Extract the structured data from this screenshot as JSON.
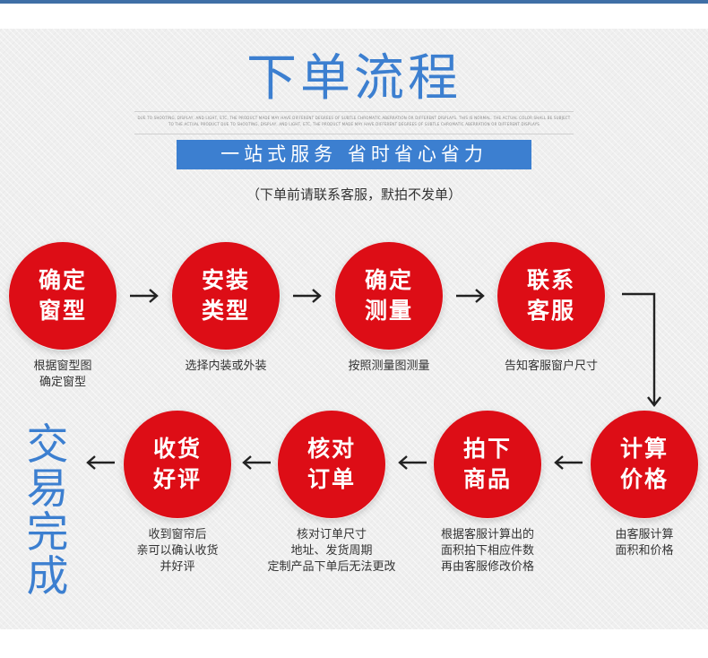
{
  "header": {
    "title": "下单流程",
    "fineprint": "DUE TO SHOOTING, DISPLAY, AND LIGHT, ETC, THE PRODUCT MADE MAY HAVE DIFFERENT DEGREES OF SUBTLE CHROMATIC ABERRATION OR DIFFERENT DISPLAYS. THIS IS NORMAL. THE ACTUAL COLOR SHALL BE SUBJECT TO THE ACTUAL PRODUCT DUE TO SHOOTING, DISPLAY, AND LIGHT, ETC, THE PRODUCT MADE MAY HAVE DIFFERENT DEGREES OF SUBTLE CHROMATIC ABERRATION OR DIFFERENT DISPLAYS",
    "banner": "一站式服务 省时省心省力",
    "note": "（下单前请联系客服，默拍不发单）"
  },
  "colors": {
    "accent": "#3c7fd0",
    "step": "#dd0d16",
    "text": "#333333"
  },
  "steps": [
    {
      "line1": "确定",
      "line2": "窗型",
      "desc": [
        "根据窗型图",
        "确定窗型"
      ]
    },
    {
      "line1": "安装",
      "line2": "类型",
      "desc": [
        "选择内装或外装"
      ]
    },
    {
      "line1": "确定",
      "line2": "测量",
      "desc": [
        "按照测量图测量"
      ]
    },
    {
      "line1": "联系",
      "line2": "客服",
      "desc": [
        "告知客服窗户尺寸"
      ]
    },
    {
      "line1": "计算",
      "line2": "价格",
      "desc": [
        "由客服计算",
        "面积和价格"
      ]
    },
    {
      "line1": "拍下",
      "line2": "商品",
      "desc": [
        "根据客服计算出的",
        "面积拍下相应件数",
        "再由客服修改价格"
      ]
    },
    {
      "line1": "核对",
      "line2": "订单",
      "desc": [
        "核对订单尺寸",
        "地址、发货周期",
        "定制产品下单后无法更改"
      ]
    },
    {
      "line1": "收货",
      "line2": "好评",
      "desc": [
        "收到窗帘后",
        "亲可以确认收货",
        "并好评"
      ]
    }
  ],
  "finish": [
    "交",
    "易",
    "完",
    "成"
  ]
}
